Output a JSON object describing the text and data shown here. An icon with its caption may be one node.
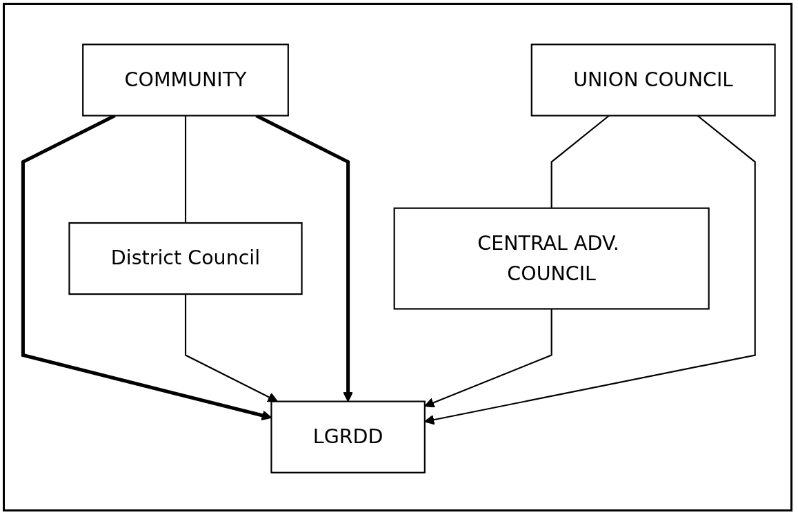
{
  "diagram": {
    "nodes": [
      {
        "text": [
          "COMMUNITY"
        ]
      },
      {
        "text": [
          "UNION COUNCIL"
        ]
      },
      {
        "text": [
          "District Council"
        ]
      },
      {
        "text": [
          "CENTRAL ADV. COUNCIL"
        ]
      },
      {
        "text": [
          "LGRDD"
        ]
      }
    ],
    "edges": [
      {
        "from": 0,
        "to": 4,
        "arrow": "to",
        "style": "thick"
      },
      {
        "from": 0,
        "to": 2,
        "arrow": "none"
      },
      {
        "from": 1,
        "to": 3,
        "arrow": "none"
      },
      {
        "from": 0,
        "to": 4,
        "arrow": "to",
        "style": "thick"
      },
      {
        "from": 1,
        "to": 4,
        "arrow": "to"
      },
      {
        "from": 2,
        "to": 4,
        "arrow": "to"
      },
      {
        "from": 3,
        "to": 4,
        "arrow": "to"
      }
    ]
  }
}
